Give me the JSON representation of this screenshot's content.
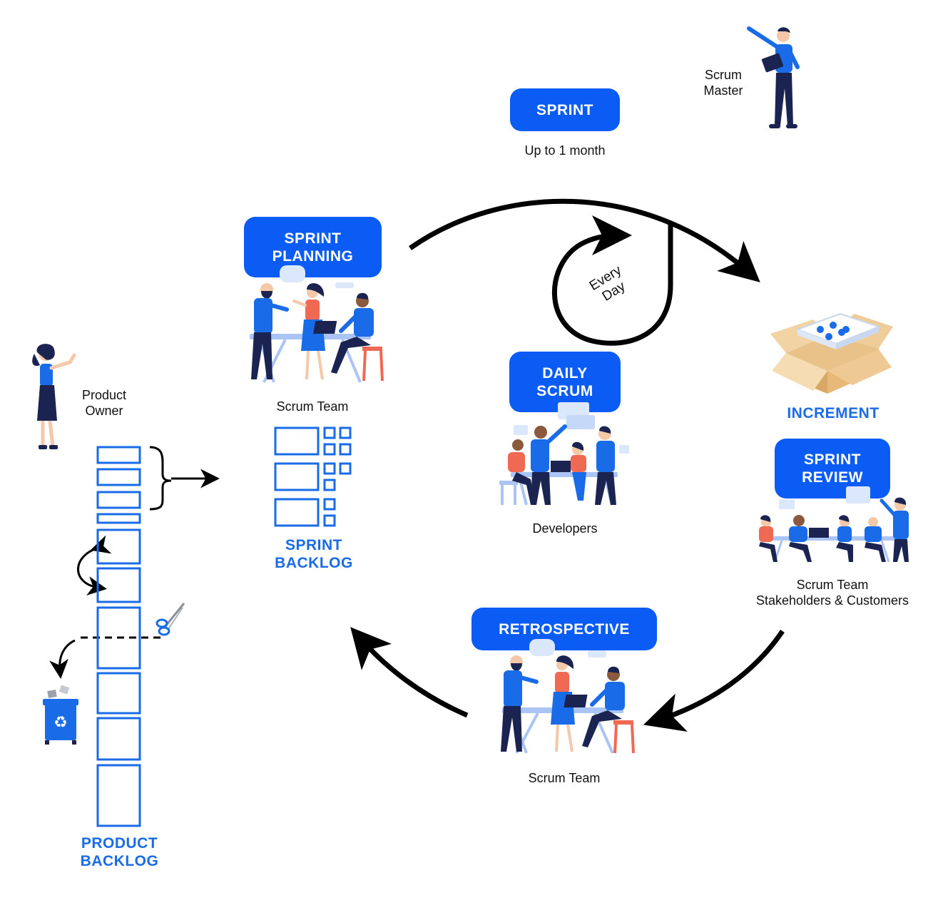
{
  "sprint": {
    "label": "SPRINT",
    "duration": "Up to 1 month"
  },
  "roles": {
    "scrum_master": "Scrum\nMaster",
    "product_owner": "Product\nOwner"
  },
  "events": {
    "sprint_planning": {
      "label": "SPRINT\nPLANNING",
      "participants": "Scrum Team"
    },
    "daily_scrum": {
      "label": "DAILY\nSCRUM",
      "participants": "Developers",
      "loop_text": "Every\nDay"
    },
    "sprint_review": {
      "label": "SPRINT\nREVIEW",
      "participants": "Scrum Team\nStakeholders & Customers"
    },
    "retrospective": {
      "label": "RETROSPECTIVE",
      "participants": "Scrum Team"
    }
  },
  "artifacts": {
    "sprint_backlog": "SPRINT\nBACKLOG",
    "product_backlog": "PRODUCT\nBACKLOG",
    "increment": "INCREMENT"
  },
  "colors": {
    "accent_blue": "#0a5cf5",
    "dark_navy": "#1b2350",
    "coral": "#f06a53",
    "box_tan": "#e9c28a"
  }
}
